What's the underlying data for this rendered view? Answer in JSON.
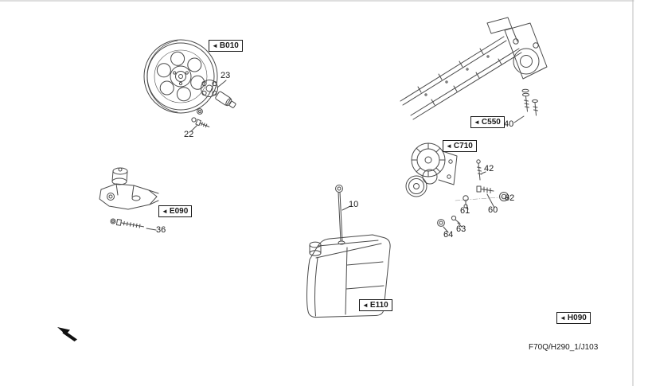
{
  "page": {
    "footer_code": "F70Q/H290_1/J103"
  },
  "icons": {
    "section_marker": "◄"
  },
  "sections": {
    "b010": "B010",
    "c550": "C550",
    "c710": "C710",
    "e090": "E090",
    "e110": "E110",
    "h090": "H090"
  },
  "callouts": {
    "p10": "10",
    "p22": "22",
    "p23": "23",
    "p36": "36",
    "p40": "40",
    "p42": "42",
    "p60": "60",
    "p61": "61",
    "p62": "62",
    "p63": "63",
    "p64": "64"
  },
  "colors": {
    "line": "#4a4a4a",
    "text": "#1a1a1a",
    "label_border": "#1a1a1a",
    "background": "#ffffff"
  }
}
